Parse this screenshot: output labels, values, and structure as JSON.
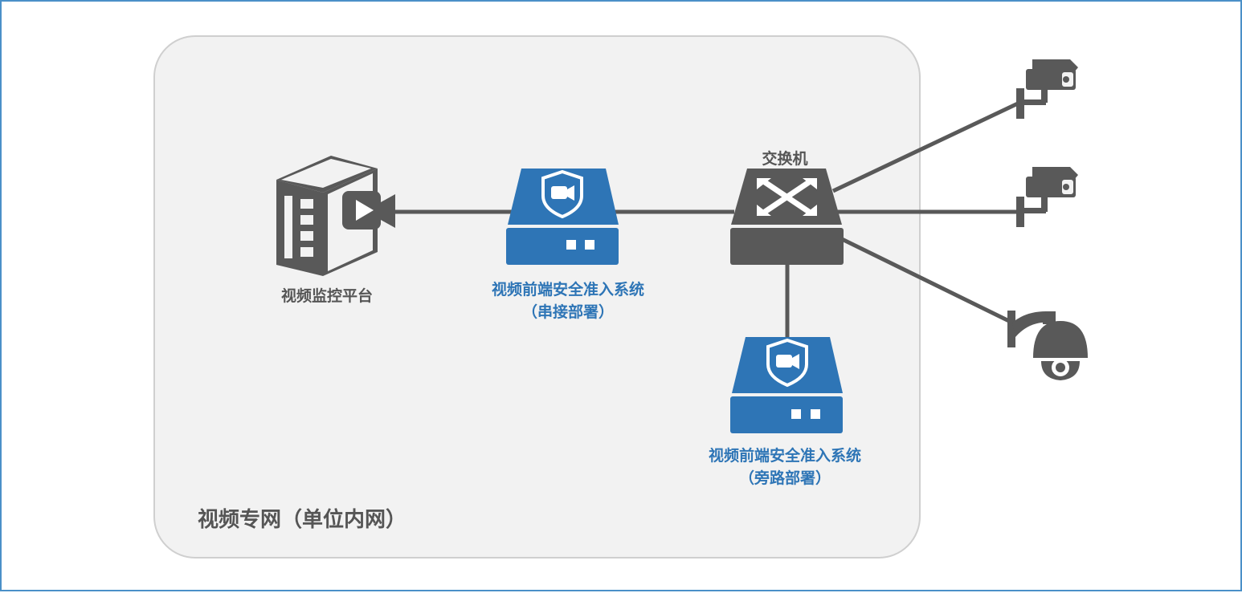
{
  "nodes": {
    "platform": {
      "label": "视频监控平台"
    },
    "gateway_serial": {
      "line1": "视频前端安全准入系统",
      "line2": "（串接部署）"
    },
    "switch": {
      "label": "交换机"
    },
    "gateway_bypass": {
      "line1": "视频前端安全准入系统",
      "line2": "（旁路部署）"
    }
  },
  "zone": {
    "label": "视频专网（单位内网）"
  },
  "colors": {
    "blue": "#2e75b6",
    "dark_gray": "#595959",
    "zone_fill": "#f2f2f2",
    "zone_border": "#cfcfcf",
    "frame_border": "#4a90c8"
  },
  "icons": [
    "server-video-icon",
    "security-gateway-icon",
    "network-switch-icon",
    "bullet-camera-icon",
    "dome-camera-icon"
  ]
}
